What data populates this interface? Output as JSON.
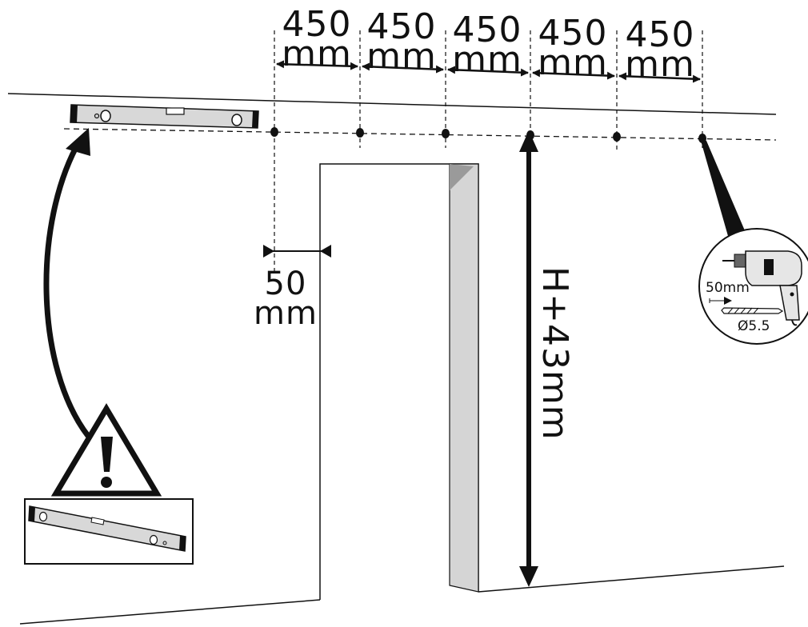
{
  "spacing_labels": [
    {
      "value": "450",
      "unit": "mm"
    },
    {
      "value": "450",
      "unit": "mm"
    },
    {
      "value": "450",
      "unit": "mm"
    },
    {
      "value": "450",
      "unit": "mm"
    },
    {
      "value": "450",
      "unit": "mm"
    }
  ],
  "edge_offset": {
    "value": "50",
    "unit": "mm"
  },
  "height_label": "H+43mm",
  "drill": {
    "depth_label": "50mm",
    "diameter_label": "Ø5.5"
  },
  "colors": {
    "line": "#111111",
    "level_fill": "#d8d8d8",
    "door_shade": "#d5d5d5",
    "background": "#ffffff"
  },
  "icons": [
    "spirit-level-icon",
    "warning-triangle-icon",
    "drill-icon"
  ]
}
